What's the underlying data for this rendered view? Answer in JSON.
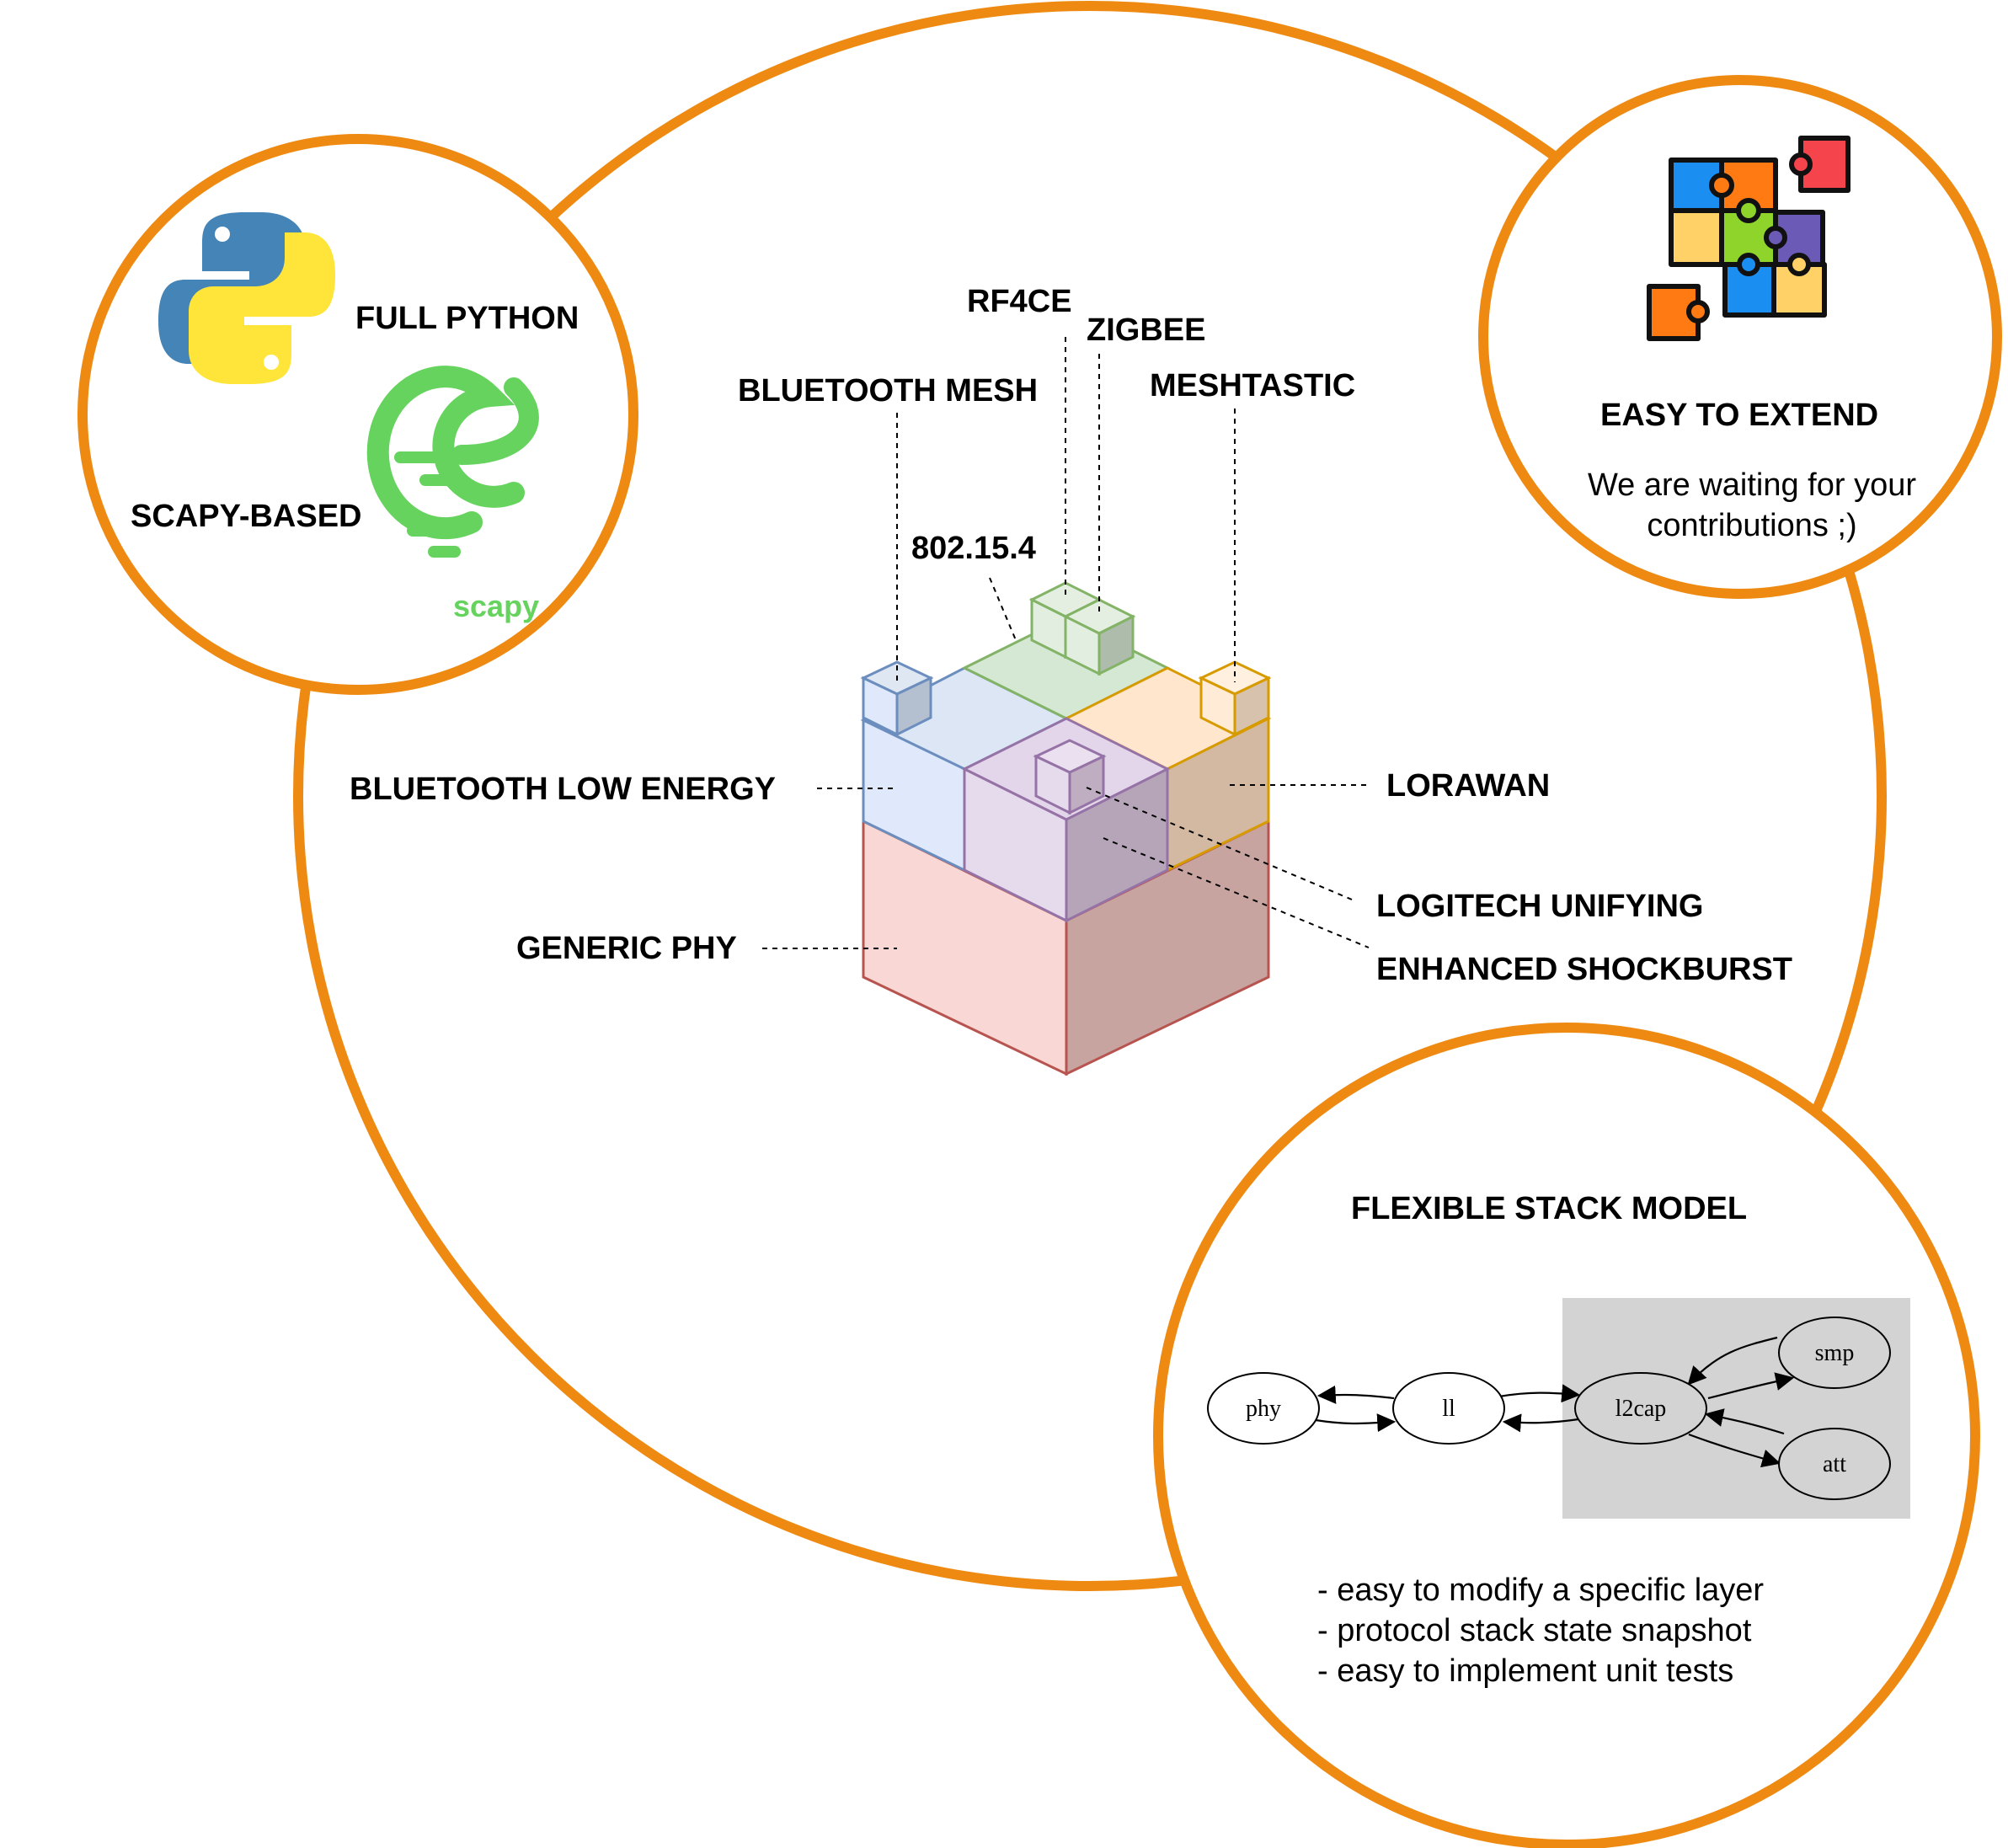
{
  "center": {
    "labels": {
      "rf4ce": "RF4CE",
      "zigbee": "ZIGBEE",
      "bluetooth_mesh": "BLUETOOTH MESH",
      "meshtastic": "MESHTASTIC",
      "ieee_802154": "802.15.4",
      "ble": "BLUETOOTH LOW ENERGY",
      "lorawan": "LORAWAN",
      "logitech": "LOGITECH UNIFYING",
      "esb": "ENHANCED SHOCKBURST",
      "generic_phy": "GENERIC PHY"
    },
    "colors": {
      "ble_blue": "#dae8fc",
      "ble_stroke": "#6c8ebf",
      "zigbee_green": "#d5e8d4",
      "zigbee_stroke": "#82b366",
      "lora_orange": "#ffe6cc",
      "lora_stroke": "#d79b00",
      "logitech_purple": "#e1d5e7",
      "logitech_stroke": "#9673a6",
      "phy_red": "#f8cecc",
      "phy_stroke": "#b85450"
    }
  },
  "python_circle": {
    "full_python": "FULL PYTHON",
    "scapy_based": "SCAPY-BASED",
    "scapy_logo_text": "scapy"
  },
  "extend_circle": {
    "title": "EASY TO EXTEND",
    "line1": "We are waiting for your",
    "line2": "contributions ;)"
  },
  "stack_circle": {
    "title": "FLEXIBLE STACK MODEL",
    "nodes": {
      "phy": "phy",
      "ll": "ll",
      "l2cap": "l2cap",
      "smp": "smp",
      "att": "att"
    },
    "bullets": [
      "- easy to modify a specific layer",
      "- protocol stack state snapshot",
      "- easy to implement unit tests"
    ]
  },
  "accent_color": "#ee8a12"
}
